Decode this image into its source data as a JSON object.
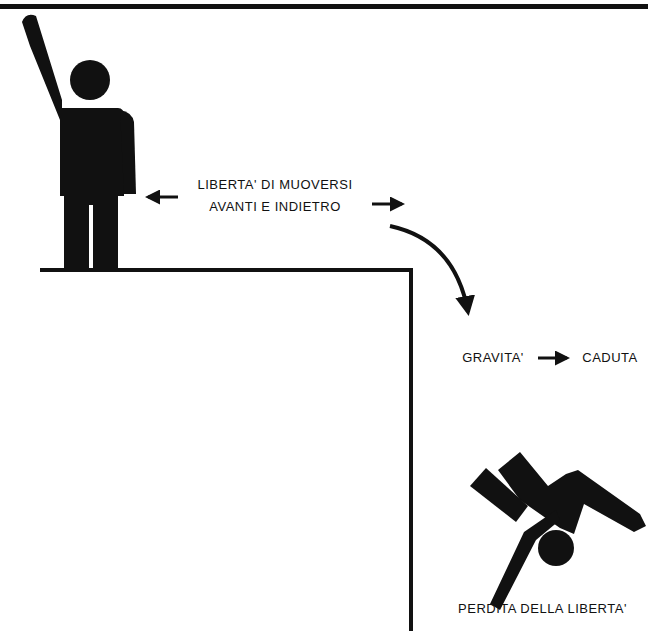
{
  "diagram": {
    "labels": [
      "LIBERTA' DI MUOVERSI AVANTI E INDIETRO",
      "GRAVITA'",
      "CADUTA",
      "PERDITA DELLA LIBERTA'"
    ]
  }
}
